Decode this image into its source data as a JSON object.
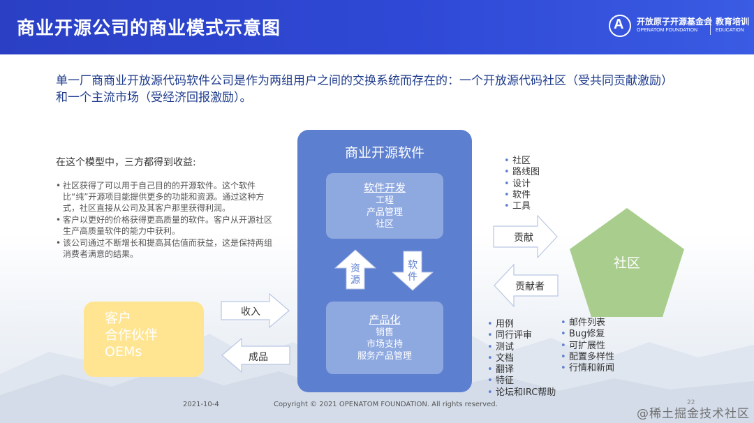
{
  "header": {
    "title": "商业开源公司的商业模式示意图",
    "logo_cn": "开放原子开源基金会",
    "logo_en": "OPENATOM FOUNDATION",
    "logo_edu_cn": "教育培训",
    "logo_edu_en": "EDUCATION",
    "logo_glyph": "A"
  },
  "intro": "单一厂商商业开放源代码软件公司是作为两组用户之间的交换系统而存在的：一个开放源代码社区（受共同贡献激励）和一个主流市场（受经济回报激励）。",
  "left": {
    "heading": "在这个模型中，三方都得到收益:",
    "bullets": [
      "社区获得了可以用于自己目的的开源软件。这个软件比“纯”开源项目能提供更多的功能和资源。通过这种方式，社区直接从公司及其客户那里获得利润。",
      "客户以更好的价格获得更高质量的软件。客户从开源社区生产高质量软件的能力中获利。",
      "该公司通过不断增长和提高其估值而获益，这是保持两组消费者满意的结果。"
    ]
  },
  "center": {
    "title": "商业开源软件",
    "dev": {
      "title": "软件开发",
      "items": [
        "工程",
        "产品管理",
        "社区"
      ]
    },
    "prod": {
      "title": "产品化",
      "items": [
        "销售",
        "市场支持",
        "服务产品管理"
      ]
    },
    "up_arrow": [
      "资",
      "源"
    ],
    "down_arrow": [
      "软",
      "件"
    ]
  },
  "arrows": {
    "income": "收入",
    "product": "成品",
    "contribute": "贡献",
    "contributor": "贡献者"
  },
  "customer": [
    "客户",
    "合作伙伴",
    "OEMs"
  ],
  "community": "社区",
  "contribute_items": [
    "社区",
    "路线图",
    "设计",
    "软件",
    "工具"
  ],
  "contributor_items_left": [
    "用例",
    "同行评审",
    "测试",
    "文档",
    "翻译",
    "特征",
    "论坛和IRC帮助"
  ],
  "contributor_items_right": [
    "邮件列表",
    "Bug修复",
    "可扩展性",
    "配置多样性",
    "行情和新闻"
  ],
  "footer": {
    "date": "2021-10-4",
    "copyright": "Copyright © 2021 OPENATOM FOUNDATION. All rights reserved.",
    "page": "22",
    "watermark": "@稀土掘金技术社区"
  },
  "colors": {
    "header": "#2f49d6",
    "center_box": "#5d7fcf",
    "inner_box": "#8ea8e0",
    "customer": "#ffe592",
    "community": "#a9cd8c"
  }
}
